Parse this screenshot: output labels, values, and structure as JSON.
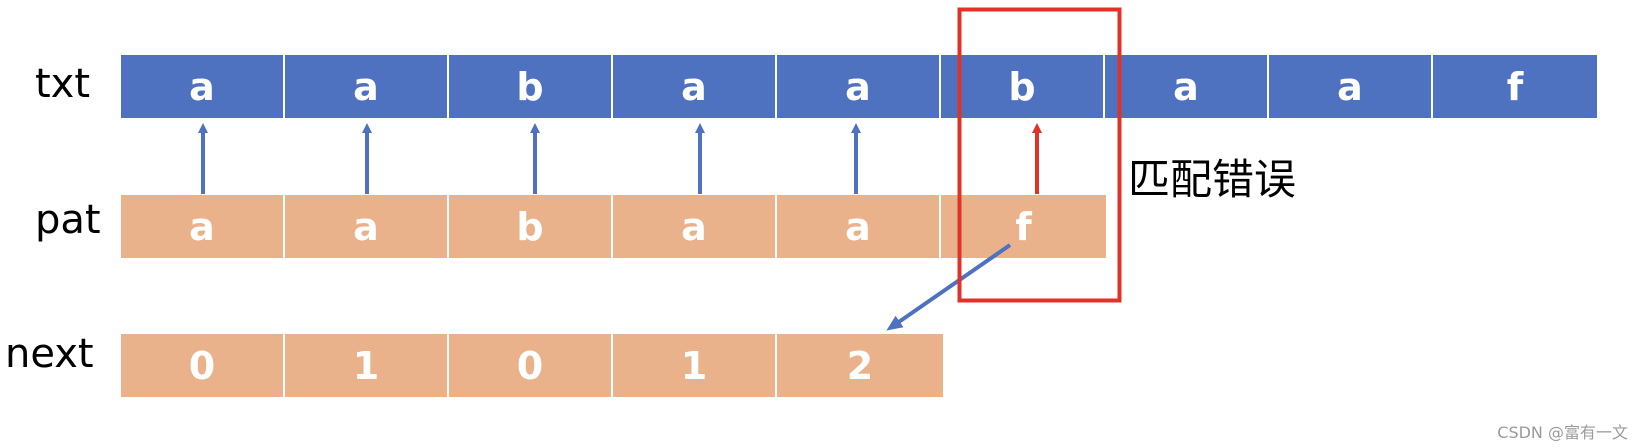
{
  "labels": {
    "txt": "txt",
    "pat": "pat",
    "next": "next"
  },
  "txt": [
    "a",
    "a",
    "b",
    "a",
    "a",
    "b",
    "a",
    "a",
    "f"
  ],
  "pat": [
    "a",
    "a",
    "b",
    "a",
    "a",
    "f"
  ],
  "next": [
    "0",
    "1",
    "0",
    "1",
    "2"
  ],
  "annotation": "匹配错误",
  "watermark": "CSDN @富有一文",
  "colors": {
    "txt_cell": "#4f72c0",
    "pat_cell": "#e9b28a",
    "match_arrow": "#4f72c0",
    "mismatch_arrow": "#e03228",
    "highlight_box": "#e03228"
  }
}
